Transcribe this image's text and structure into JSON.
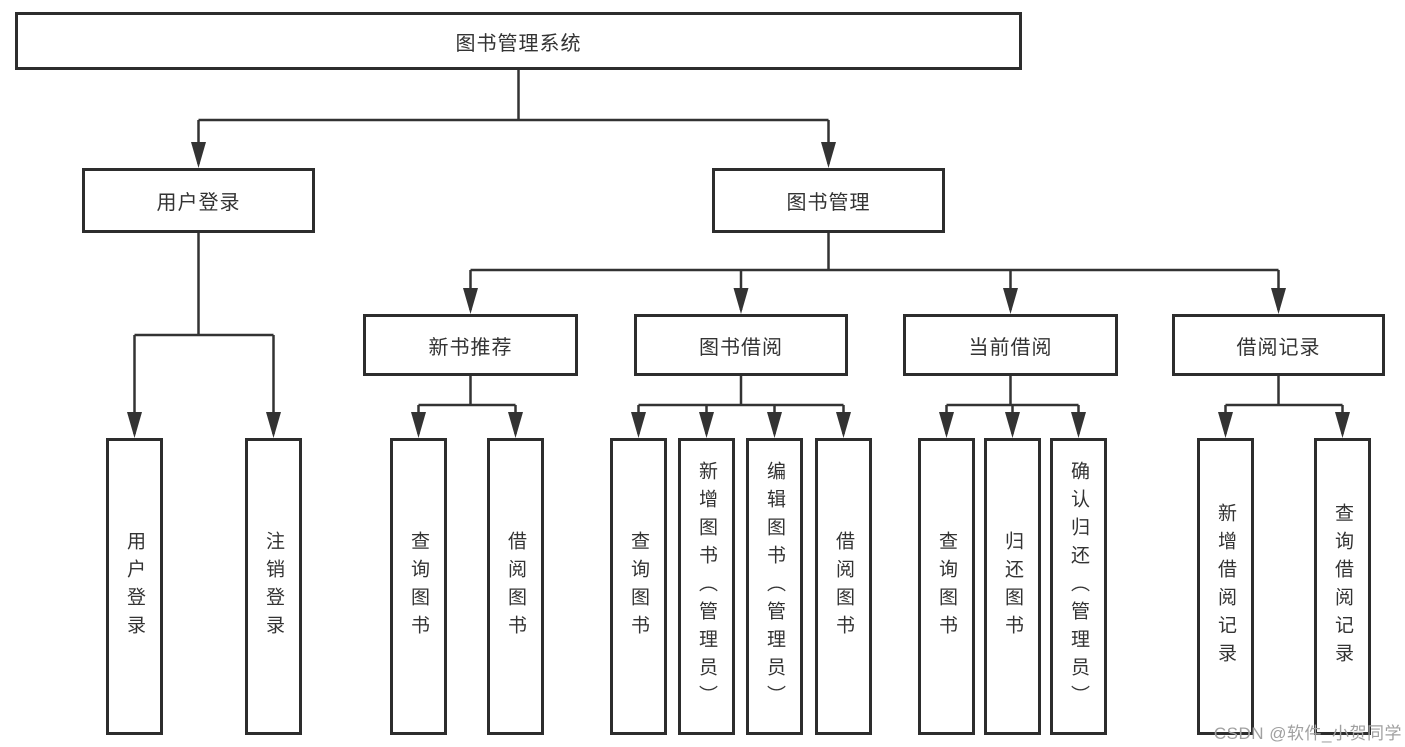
{
  "diagram": {
    "root": {
      "label": "图书管理系统"
    },
    "branches": [
      {
        "label": "用户登录",
        "children": [
          {
            "label": "用户登录"
          },
          {
            "label": "注销登录"
          }
        ]
      },
      {
        "label": "图书管理",
        "children": [
          {
            "label": "新书推荐",
            "children": [
              {
                "label": "查询图书"
              },
              {
                "label": "借阅图书"
              }
            ]
          },
          {
            "label": "图书借阅",
            "children": [
              {
                "label": "查询图书"
              },
              {
                "label": "新增图书（管理员）"
              },
              {
                "label": "编辑图书（管理员）"
              },
              {
                "label": "借阅图书"
              }
            ]
          },
          {
            "label": "当前借阅",
            "children": [
              {
                "label": "查询图书"
              },
              {
                "label": "归还图书"
              },
              {
                "label": "确认归还（管理员）"
              }
            ]
          },
          {
            "label": "借阅记录",
            "children": [
              {
                "label": "新增借阅记录"
              },
              {
                "label": "查询借阅记录"
              }
            ]
          }
        ]
      }
    ]
  },
  "watermark": "CSDN @软件_小贺同学",
  "colors": {
    "line": "#333333",
    "box_border": "#2d2d2d",
    "text": "#333333",
    "watermark": "#a0a0a0",
    "background": "#ffffff"
  }
}
